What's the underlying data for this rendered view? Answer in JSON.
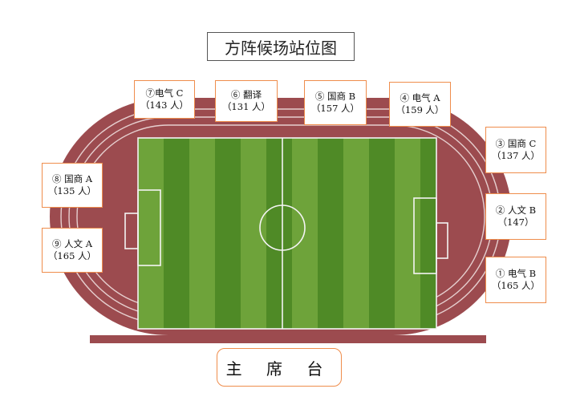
{
  "title": "方阵候场站位图",
  "podium": "主 席 台",
  "colors": {
    "track": "#9c4b4f",
    "lane_line": "#e6cfcf",
    "field_light": "#6ea33a",
    "field_dark": "#4f8a26",
    "border": "#ef8d4c"
  },
  "positions": [
    {
      "id": "7",
      "name": "⑦电气 C",
      "count": "（143 人）"
    },
    {
      "id": "6",
      "name": "⑥ 翻译",
      "count": "（131 人）"
    },
    {
      "id": "5",
      "name": "⑤ 国商 B",
      "count": "（157 人）"
    },
    {
      "id": "4",
      "name": "④ 电气 A",
      "count": "（159 人）"
    },
    {
      "id": "3",
      "name": "③ 国商 C",
      "count": "（137 人）"
    },
    {
      "id": "8",
      "name": "⑧ 国商 A",
      "count": "（135 人）"
    },
    {
      "id": "2",
      "name": "② 人文 B",
      "count": "（147）"
    },
    {
      "id": "9",
      "name": "⑨ 人文 A",
      "count": "（165 人）"
    },
    {
      "id": "1",
      "name": "① 电气 B",
      "count": "（165 人）"
    }
  ]
}
